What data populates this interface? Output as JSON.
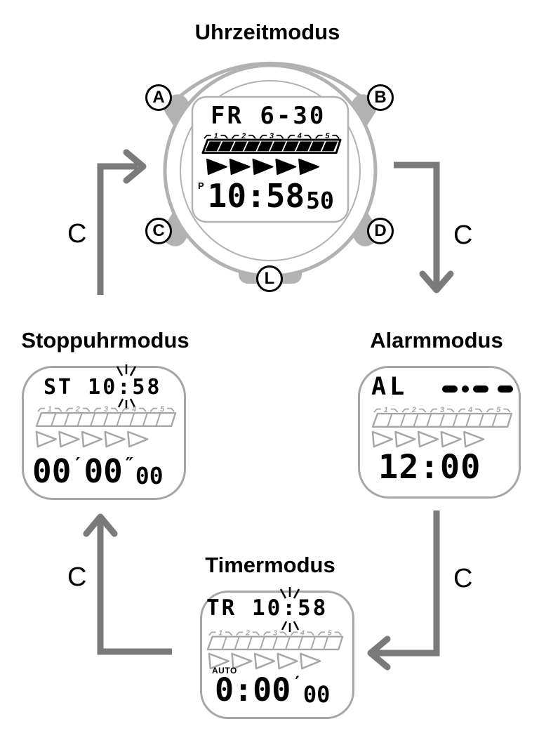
{
  "modes": {
    "time": {
      "title": "Uhrzeitmodus",
      "display": {
        "day_date": "FR 6-30",
        "pm_indicator": "P",
        "time": "10:58",
        "seconds": "50"
      }
    },
    "alarm": {
      "title": "Alarmmodus",
      "display": {
        "mode_indicator": "AL",
        "time": "12:00",
        "dash_widths": [
          22,
          10,
          22,
          22
        ],
        "dash_gaps": [
          6,
          6,
          13
        ]
      }
    },
    "stopwatch": {
      "title": "Stoppuhrmodus",
      "display": {
        "top_row": "ST 10:58",
        "minutes": "00",
        "minute_mark": "′",
        "seconds": "00",
        "second_mark": "″",
        "hundredths": "00"
      }
    },
    "timer": {
      "title": "Timermodus",
      "display": {
        "top_row": "TR 10:58",
        "auto_label": "AUTO",
        "time": "0:00",
        "minute_mark": "′",
        "seconds_small": "00"
      }
    }
  },
  "buttons": [
    "A",
    "B",
    "C",
    "D",
    "L"
  ],
  "arrow_label": "C",
  "lcd": {
    "segment_labels": [
      "1",
      "2",
      "3",
      "4",
      "5"
    ],
    "segment_count": 10,
    "pointer_count": 5
  },
  "colors": {
    "case_gray": "#b2b2b2",
    "lcd_gray": "#a6a6a6",
    "arrow_gray": "#7a7a7a",
    "black": "#000000"
  }
}
